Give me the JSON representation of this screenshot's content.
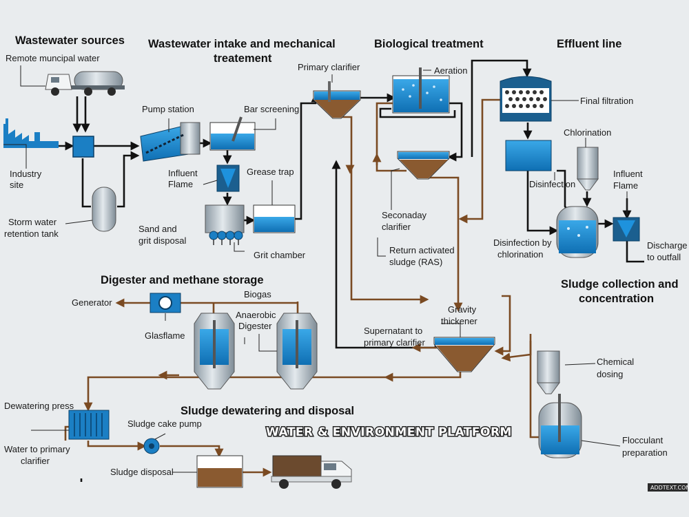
{
  "headings": {
    "sources": "Wastewater sources",
    "intake_line1": "Wastewater intake and mechanical",
    "intake_line2": "treatement",
    "biological": "Biological treatment",
    "effluent": "Effluent line",
    "sludge_collection_line1": "Sludge collection and",
    "sludge_collection_line2": "concentration",
    "digester": "Digester and methane storage",
    "dewatering": "Sludge dewatering and disposal"
  },
  "labels": {
    "remote_municipal_water": "Remote muncipal water",
    "industry_site_line1": "Industry",
    "industry_site_line2": "site",
    "storm_water_line1": "Storm water",
    "storm_water_line2": "retention tank",
    "pump_station": "Pump station",
    "bar_screening": "Bar screening",
    "influent_flame_line1": "Influent",
    "influent_flame_line2": "Flame",
    "grease_trap": "Grease trap",
    "sand_grit_line1": "Sand and",
    "sand_grit_line2": "grit disposal",
    "grit_chamber": "Grit chamber",
    "primary_clarifier": "Primary clarifier",
    "aeration": "Aeration",
    "secondary_clarifier_line1": "Seconaday",
    "secondary_clarifier_line2": "clarifier",
    "ras_line1": "Return activated",
    "ras_line2": "sludge (RAS)",
    "final_filtration": "Final filtration",
    "chlorination": "Chlorination",
    "disinfection": "Disinfection",
    "influent_flame2_line1": "Influent",
    "influent_flame2_line2": "Flame",
    "disinfection_chlor_line1": "Disinfection by",
    "disinfection_chlor_line2": "chlorination",
    "discharge_line1": "Discharge",
    "discharge_line2": "to outfall",
    "generator": "Generator",
    "biogas": "Biogas",
    "glasflame": "Glasflame",
    "anaerobic_line1": "Anaerobic",
    "anaerobic_line2": "Digester",
    "gravity_line1": "Gravity",
    "gravity_line2": "thickener",
    "supernatant_line1": "Supernatant to",
    "supernatant_line2": "primary clarifier",
    "chemical_line1": "Chemical",
    "chemical_line2": "dosing",
    "dewatering_press": "Dewatering press",
    "sludge_cake_pump": "Sludge cake pump",
    "water_primary_line1": "Water to primary",
    "water_primary_line2": "clarifier",
    "sludge_disposal": "Sludge disposal",
    "flocculant_line1": "Flocculant",
    "flocculant_line2": "preparation"
  },
  "watermark": "WATER & ENVIRONMENT PLATFORM",
  "credit": "ADDTEXT.COM",
  "colors": {
    "background": "#e9ecee",
    "water_blue": "#1f8fd6",
    "equipment_steel": "#b9c4cc",
    "treated_effluent_pipe": "#111111",
    "sludge_pipe": "#7a4a22",
    "sludge": "#8a5a30"
  }
}
